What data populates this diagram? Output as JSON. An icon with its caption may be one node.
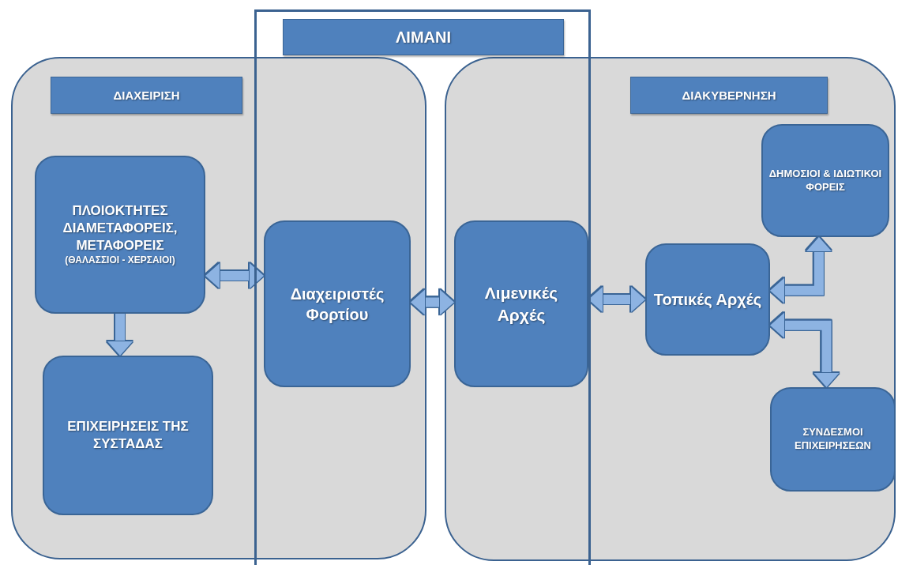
{
  "diagram": {
    "nodes": [
      {
        "text": [
          "ΛΙΜΑΝΙ"
        ]
      },
      {
        "text": [
          "ΔΙΑΧΕΙΡΙΣΗ"
        ]
      },
      {
        "text": [
          "ΔΙΑΚΥΒΕΡΝΗΣΗ"
        ]
      },
      {
        "text": [
          "ΠΛΟΙΟΚΤΗΤΕΣ ΔΙΑΜΕΤΑΦΟΡΕΙΣ, ΜΕΤΑΦΟΡΕΙΣ",
          "(ΘΑΛΑΣΣΙΟΙ - ΧΕΡΣΑΙΟΙ)"
        ],
        "in": 1
      },
      {
        "text": [
          "ΕΠΙΧΕΙΡΗΣΕΙΣ ΤΗΣ ΣΥΣΤΑΔΑΣ"
        ],
        "in": 1
      },
      {
        "text": [
          "Διαχειριστές Φορτίου"
        ],
        "in": 1
      },
      {
        "text": [
          "Λιμενικές Αρχές"
        ],
        "in": 2
      },
      {
        "text": [
          "Τοπικές Αρχές"
        ],
        "in": 2
      },
      {
        "text": [
          "ΔΗΜΟΣΙΟΙ & ΙΔΙΩΤΙΚΟΙ ΦΟΡΕΙΣ"
        ],
        "in": 2
      },
      {
        "text": [
          "ΣΥΝΔΕΣΜΟΙ ΕΠΙΧΕΙΡΗΣΕΩΝ"
        ],
        "in": 2
      }
    ],
    "edges": [
      {
        "from": 3,
        "to": 5,
        "arrow": "both"
      },
      {
        "from": 3,
        "to": 4,
        "arrow": "to"
      },
      {
        "from": 5,
        "to": 6,
        "arrow": "both"
      },
      {
        "from": 6,
        "to": 7,
        "arrow": "both"
      },
      {
        "from": 7,
        "to": 8,
        "arrow": "both"
      },
      {
        "from": 7,
        "to": 9,
        "arrow": "both"
      }
    ]
  }
}
